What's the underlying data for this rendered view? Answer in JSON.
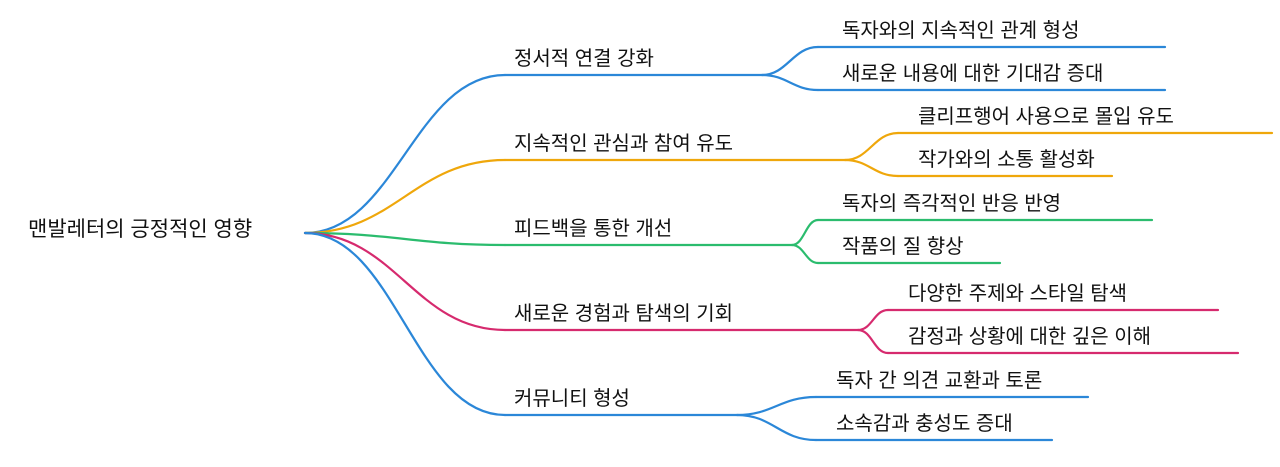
{
  "root": {
    "label": "맨발레터의 긍정적인 영향"
  },
  "branches": [
    {
      "label": "정서적 연결 강화",
      "color": "#2b87d8",
      "children": [
        {
          "label": "독자와의 지속적인 관계 형성"
        },
        {
          "label": "새로운 내용에 대한 기대감 증대"
        }
      ]
    },
    {
      "label": "지속적인 관심과 참여 유도",
      "color": "#efa70b",
      "children": [
        {
          "label": "클리프행어 사용으로 몰입 유도"
        },
        {
          "label": "작가와의 소통 활성화"
        }
      ]
    },
    {
      "label": "피드백을 통한 개선",
      "color": "#2bbc6e",
      "children": [
        {
          "label": "독자의 즉각적인 반응 반영"
        },
        {
          "label": "작품의 질 향상"
        }
      ]
    },
    {
      "label": "새로운 경험과 탐색의 기회",
      "color": "#d62a6e",
      "children": [
        {
          "label": "다양한 주제와 스타일 탐색"
        },
        {
          "label": "감정과 상황에 대한 깊은 이해"
        }
      ]
    },
    {
      "label": "커뮤니티 형성",
      "color": "#2b87d8",
      "children": [
        {
          "label": "독자 간 의견 교환과 토론"
        },
        {
          "label": "소속감과 충성도 증대"
        }
      ]
    }
  ]
}
